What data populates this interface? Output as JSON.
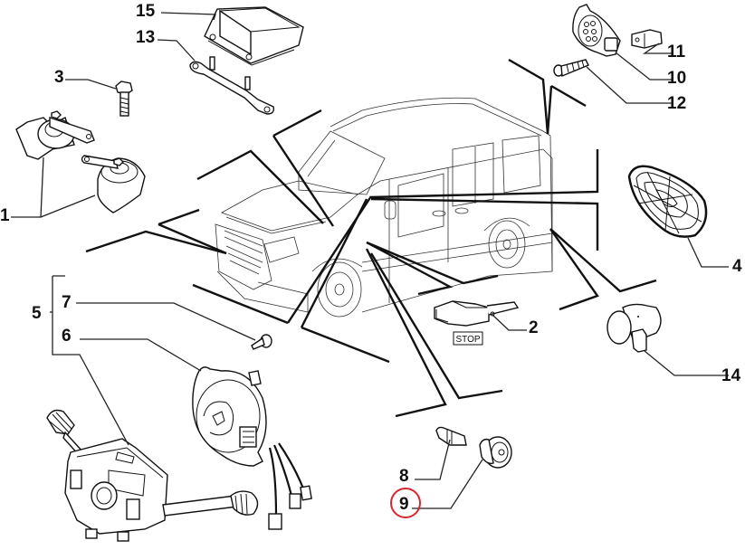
{
  "diagram": {
    "title": "Horns, switches and sensors exploded view",
    "highlight_color": "#d9262c",
    "highlighted_callout": "9",
    "callouts": {
      "c1": "1",
      "c2": "2",
      "c3": "3",
      "c4": "4",
      "c5": "5",
      "c6": "6",
      "c7": "7",
      "c8": "8",
      "c9": "9",
      "c10": "10",
      "c11": "11",
      "c12": "12",
      "c13": "13",
      "c14": "14",
      "c15": "15"
    },
    "stop_tag": "STOP"
  }
}
